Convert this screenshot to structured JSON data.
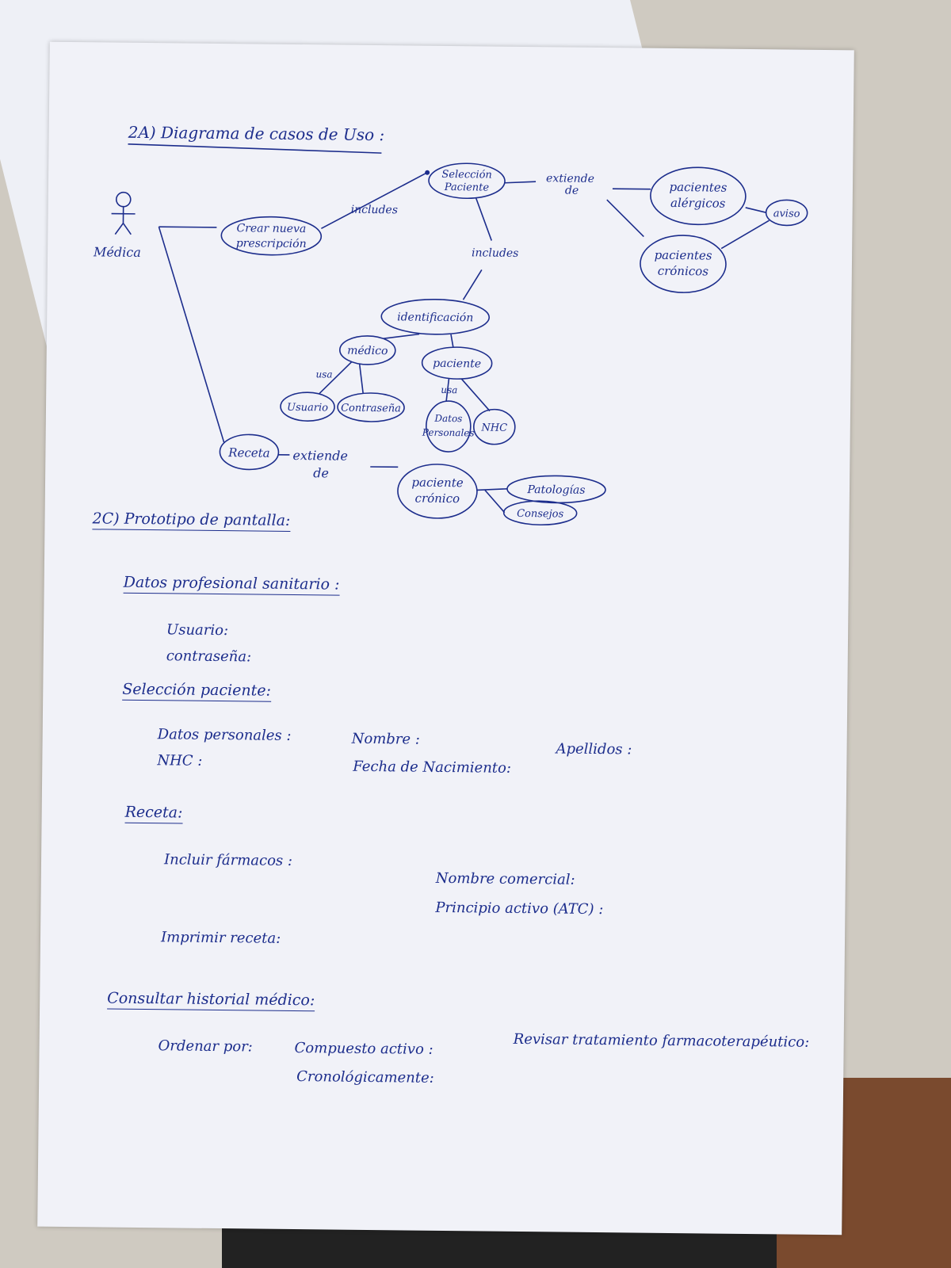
{
  "diagram_title": "2A) Diagrama de casos de Uso :",
  "actor": {
    "label": "Médica"
  },
  "use_cases": {
    "crear": [
      "Crear nueva",
      "prescripción"
    ],
    "seleccion": [
      "Selección",
      "Paciente"
    ],
    "alergicos": [
      "pacientes",
      "alérgicos"
    ],
    "aviso": "aviso",
    "cronicos": [
      "pacientes",
      "crónicos"
    ],
    "identificacion": "identificación",
    "medico": "médico",
    "paciente": "paciente",
    "usuario": "Usuario",
    "contrasena": "Contraseña",
    "datos_personales": [
      "Datos",
      "Personales"
    ],
    "nhc": "NHC",
    "receta": "Receta",
    "paciente_cronico": [
      "paciente",
      "crónico"
    ],
    "patologias": "Patologías",
    "consejos": "Consejos"
  },
  "relations": {
    "includes_1": "includes",
    "extiende_de_1": [
      "extiende",
      "de"
    ],
    "includes_2": "includes",
    "usa_1": "usa",
    "usa_2": "usa",
    "extiende_de_2": [
      "extiende",
      "de"
    ]
  },
  "prototype": {
    "title": "2C) Prototipo de pantalla:",
    "profesional": {
      "heading": "Datos profesional sanitario :",
      "usuario": "Usuario:",
      "contrasena": "contraseña:"
    },
    "seleccion": {
      "heading": "Selección paciente:",
      "datos_personales": "Datos personales :",
      "nombre": "Nombre :",
      "apellidos": "Apellidos :",
      "nhc": "NHC :",
      "fecha": "Fecha de Nacimiento:"
    },
    "receta": {
      "heading": "Receta:",
      "incluir": "Incluir fármacos :",
      "nombre_comercial": "Nombre comercial:",
      "principio_activo": "Principio activo (ATC) :",
      "imprimir": "Imprimir receta:"
    },
    "historial": {
      "heading": "Consultar historial médico:",
      "ordenar": "Ordenar por:",
      "compuesto": "Compuesto activo :",
      "cronologicamente": "Cronológicamente:",
      "revisar": "Revisar tratamiento farmacoterapéutico:"
    }
  }
}
